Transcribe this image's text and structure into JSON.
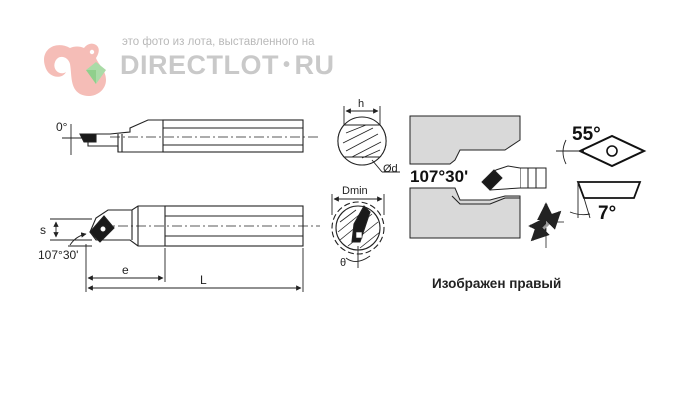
{
  "watermark": {
    "caption": "это фото из лота, выставленного на",
    "brand_left": "DIRECTLOT",
    "brand_dot": "•",
    "brand_right": "RU",
    "logo_icon": "squirrel-with-gem-icon",
    "color": "#c8c8c8",
    "logo_color": "#f2a7a0",
    "gem_color": "#8ed08a"
  },
  "labels": {
    "angle_zero": "0°",
    "s": "s",
    "angle_lead": "107°30'",
    "e": "e",
    "L": "L",
    "h": "h",
    "d": "Ød",
    "dmin": "Dmin",
    "theta": "θ",
    "angle_lead_big": "107°30'",
    "angle_insert": "55°",
    "angle_clearance": "7°",
    "caption": "Изображен правый"
  },
  "colors": {
    "line": "#222222",
    "fill_gray": "#d9d9d9",
    "fill_dark": "#1a1a1a"
  }
}
